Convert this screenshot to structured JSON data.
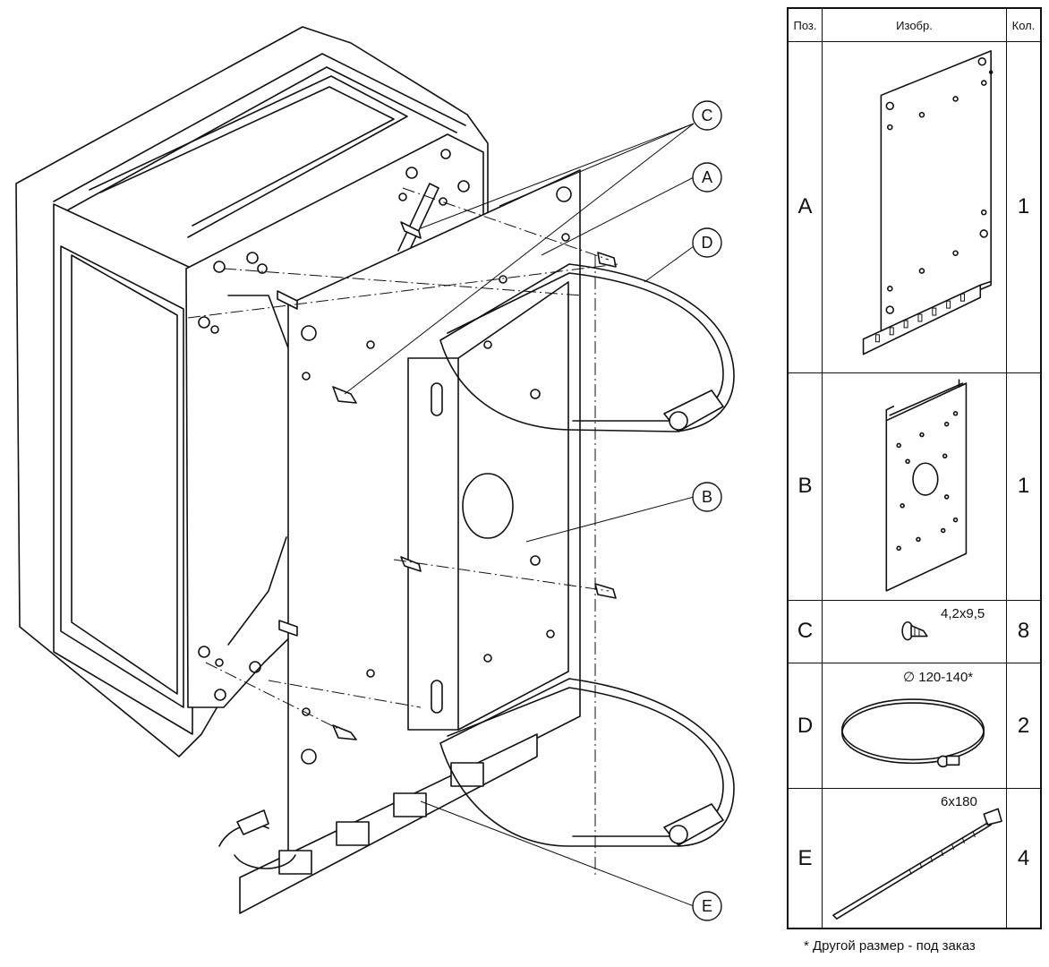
{
  "callouts": {
    "c": "C",
    "a": "A",
    "d": "D",
    "b": "B",
    "e": "E"
  },
  "parts_table": {
    "headers": {
      "pos": "Поз.",
      "image": "Изобр.",
      "qty": "Кол."
    },
    "rows": [
      {
        "pos": "A",
        "qty": "1",
        "dimension": "",
        "icon": "mounting-plate-icon"
      },
      {
        "pos": "B",
        "qty": "1",
        "dimension": "",
        "icon": "pole-bracket-icon"
      },
      {
        "pos": "C",
        "qty": "8",
        "dimension": "4,2x9,5",
        "icon": "screw-icon"
      },
      {
        "pos": "D",
        "qty": "2",
        "dimension": "∅ 120-140*",
        "icon": "clamp-band-icon"
      },
      {
        "pos": "E",
        "qty": "4",
        "dimension": "6x180",
        "icon": "cable-tie-icon"
      }
    ]
  },
  "footnote": "* Другой размер - под заказ"
}
